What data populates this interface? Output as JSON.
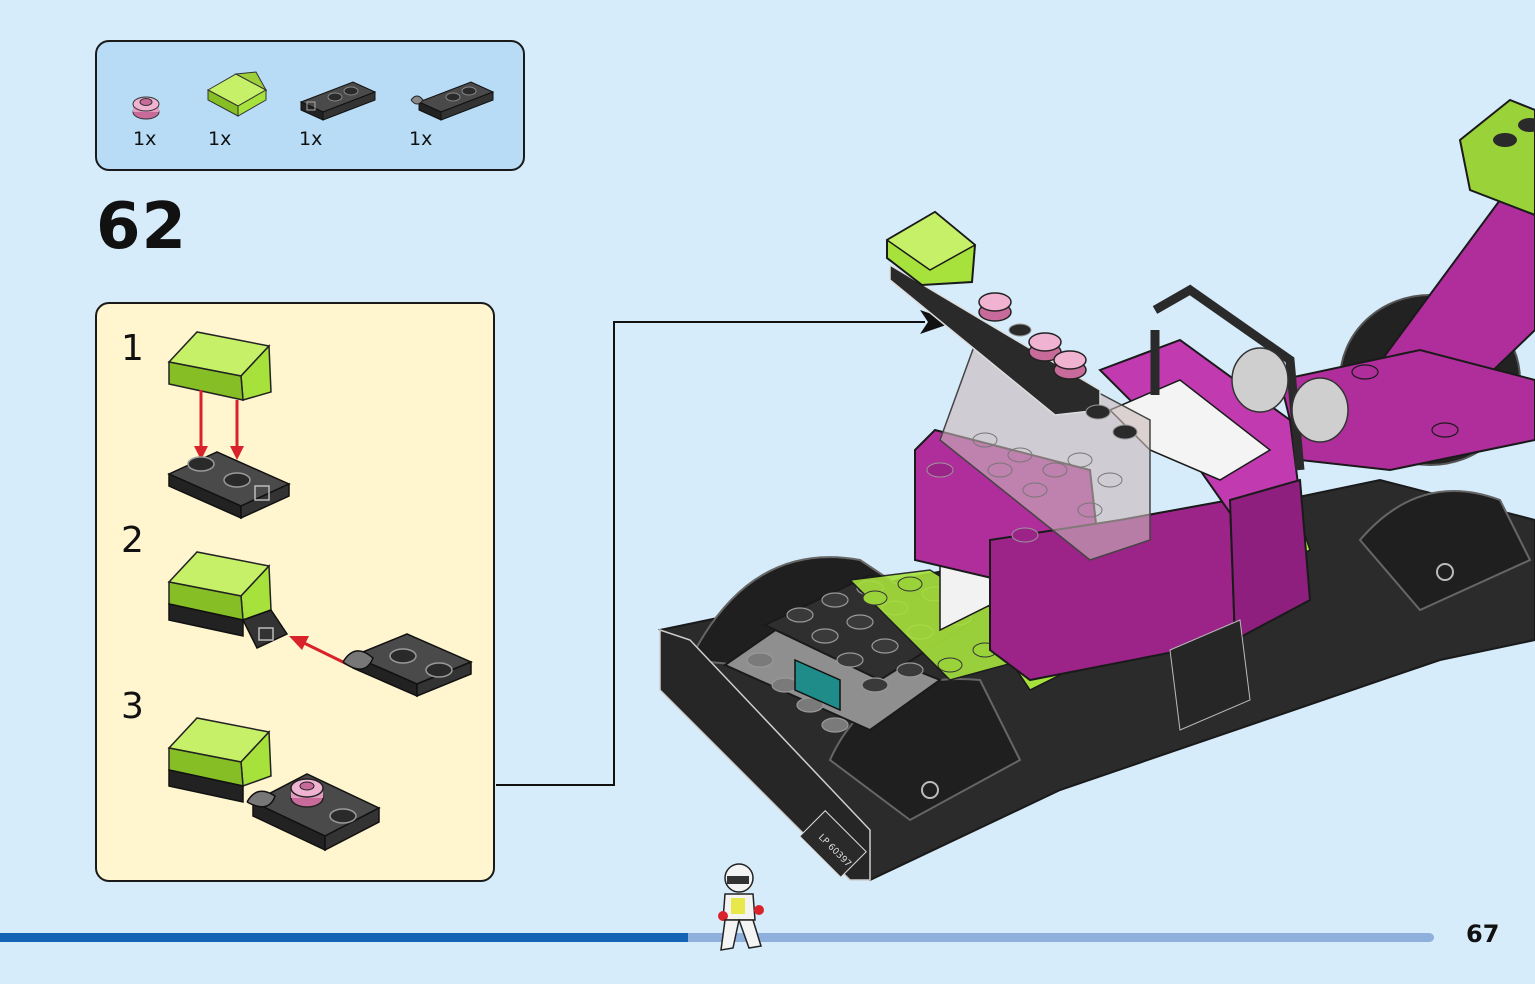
{
  "step": {
    "number": "62"
  },
  "parts": [
    {
      "name": "pink-round-plate",
      "qty": "1x",
      "color": "#e59ac0"
    },
    {
      "name": "lime-slope",
      "qty": "1x",
      "color": "#a6e13c"
    },
    {
      "name": "black-hinge-plate",
      "qty": "1x",
      "color": "#2a2a2a"
    },
    {
      "name": "black-clip-plate",
      "qty": "1x",
      "color": "#2a2a2a"
    }
  ],
  "substeps": [
    {
      "label": "1"
    },
    {
      "label": "2"
    },
    {
      "label": "3"
    }
  ],
  "page": {
    "number": "67",
    "progress": 0.48
  },
  "colors": {
    "lime": "#a6e13c",
    "magenta": "#b02e9c",
    "pink": "#e59ac0",
    "black": "#2a2a2a",
    "arrow_red": "#d8232a"
  },
  "model": {
    "plate_text": "LP 60397"
  }
}
